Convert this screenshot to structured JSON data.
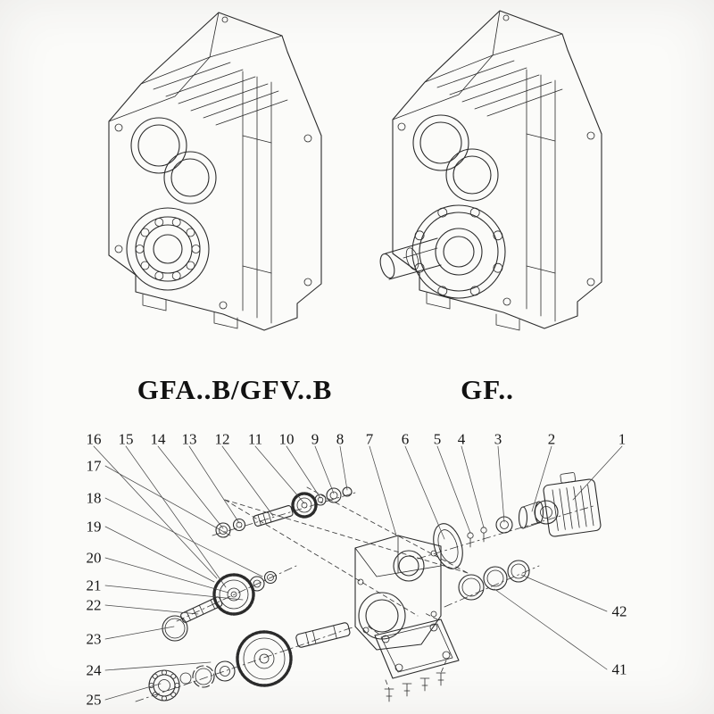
{
  "page": {
    "background": "#fbfbf9",
    "line_color": "#2b2b2b"
  },
  "models": {
    "left_label": "GFA..B/GFV..B",
    "right_label": "GF.."
  },
  "drawings": {
    "left": "helical-gearbox-hollow-shaft-isometric-view",
    "right": "helical-gearbox-solid-output-shaft-isometric-view",
    "bottom": "exploded-parts-assembly-view"
  },
  "exploded": {
    "callouts": {
      "top": [
        "16",
        "15",
        "14",
        "13",
        "12",
        "11",
        "10",
        "9",
        "8",
        "7",
        "6",
        "5",
        "4",
        "3",
        "2",
        "1"
      ],
      "left": [
        "17",
        "18",
        "19",
        "20",
        "21",
        "22",
        "23",
        "24",
        "25"
      ],
      "right": [
        "42",
        "41"
      ]
    }
  }
}
